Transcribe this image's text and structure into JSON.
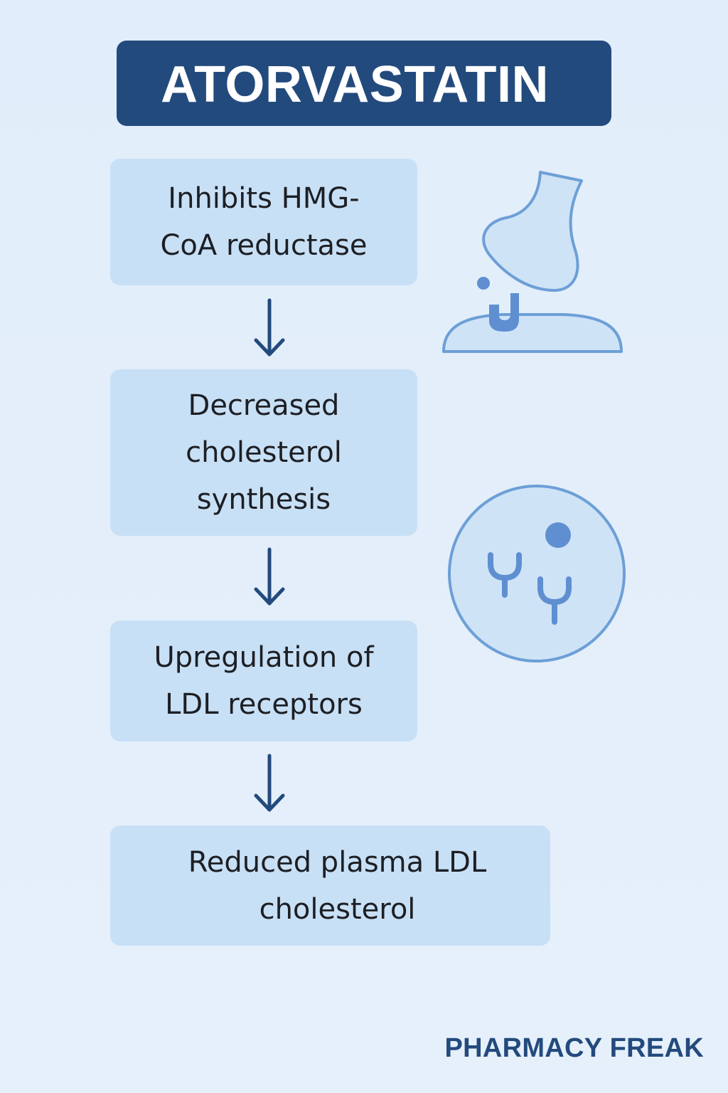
{
  "title": "ATORVASTATIN",
  "steps": [
    {
      "lines": [
        "Inhibits HMG-",
        "CoA reductase"
      ]
    },
    {
      "lines": [
        "Decreased",
        "cholesterol",
        "synthesis"
      ]
    },
    {
      "lines": [
        "Upregulation of",
        "LDL receptors"
      ]
    },
    {
      "lines": [
        "Reduced plasma LDL",
        "cholesterol"
      ]
    }
  ],
  "brand": "PHARMACY FREAK",
  "colors": {
    "background": "#e3eefa",
    "title_bg": "#234a7d",
    "box_bg": "#c8e0f6",
    "arrow": "#234a7d",
    "illustration_stroke": "#6d9fd6",
    "illustration_fill": "#cfe3f7",
    "illustration_accent": "#5f8fd0"
  },
  "icons": [
    "down-arrow-icon",
    "receptor-binding-icon",
    "cell-receptor-icon"
  ]
}
